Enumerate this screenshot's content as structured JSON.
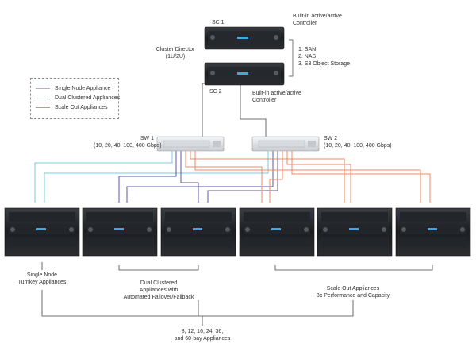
{
  "legend": {
    "items": [
      {
        "label": "Single Node Appliance",
        "color": "#7ec8e3"
      },
      {
        "label": "Dual Clustered Appliances",
        "color": "#5c5aa8"
      },
      {
        "label": "Scale Out Appliances",
        "color": "#f08a64"
      }
    ]
  },
  "controllers": {
    "sc1_label": "SC 1",
    "sc2_label": "SC 2",
    "director_line1": "Cluster Director",
    "director_line2": "(1U/2U)",
    "builtin_top_line1": "Built-in active/active",
    "builtin_top_line2": "Controller",
    "builtin_bottom_line1": "Built-in active/active",
    "builtin_bottom_line2": "Controller",
    "protocols": [
      "1. SAN",
      "2. NAS",
      "3. S3 Object Storage"
    ]
  },
  "switches": {
    "sw1_line1": "SW 1",
    "sw1_line2": "(10, 20, 40, 100, 400 Gbps)",
    "sw2_line1": "SW 2",
    "sw2_line2": "(10, 20, 40, 100, 400 Gbps)"
  },
  "groups": {
    "single_line1": "Single Node",
    "single_line2": "Turnkey Appliances",
    "dual_line1": "Dual Clustered",
    "dual_line2": "Appliances with",
    "dual_line3": "Automated Failover/Failback",
    "scale_line1": "Scale Out Appliances",
    "scale_line2": "3x Performance and Capacity",
    "bays_line1": "8, 12, 16, 24, 36,",
    "bays_line2": "and 60-bay Appliances"
  },
  "colors": {
    "single": "#7ec8e3",
    "dual": "#5c5aa8",
    "scale": "#f08a64",
    "connector": "#444444"
  }
}
